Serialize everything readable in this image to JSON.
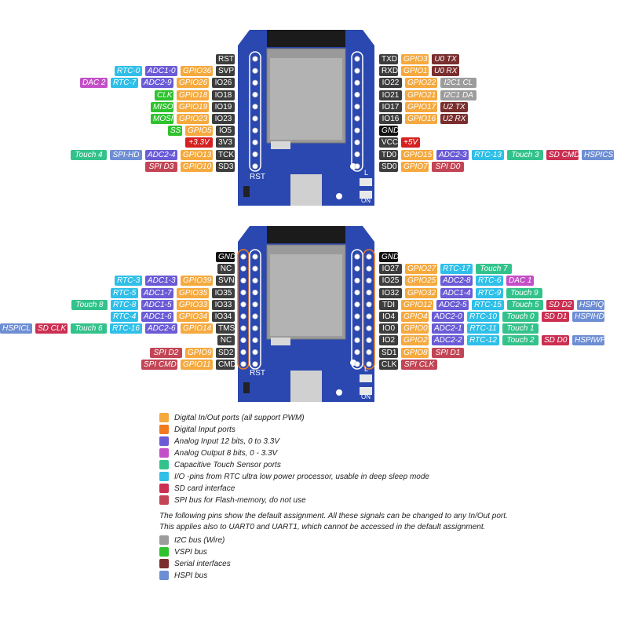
{
  "colors": {
    "board": "#2b48b0",
    "pin_label": "#3d3d3d",
    "gpio": "#f5a93e",
    "adc": "#6b5bd6",
    "rtc": "#2fbfe8",
    "touch": "#33c28b",
    "sd": "#cc2f52",
    "spi_flash": "#c24555",
    "dac": "#c44fc8",
    "i2c": "#9c9c9c",
    "vspi": "#2ec22e",
    "serial": "#7a2e2e",
    "hspi": "#6e8ed4",
    "power": "#d62020"
  },
  "board_labels": {
    "rst": "RST",
    "l": "L",
    "on": "ON"
  },
  "top_board": {
    "left_rows": [
      [
        [
          "pin",
          "RST"
        ]
      ],
      [
        [
          "pin",
          "SVP"
        ],
        [
          "gpio",
          "GPIO36"
        ],
        [
          "adc",
          "ADC1-0"
        ],
        [
          "rtc",
          "RTC-0"
        ]
      ],
      [
        [
          "pin",
          "IO26"
        ],
        [
          "gpio",
          "GPIO26"
        ],
        [
          "adc",
          "ADC2-9"
        ],
        [
          "rtc",
          "RTC-7"
        ],
        [
          "dac",
          "DAC 2"
        ]
      ],
      [
        [
          "pin",
          "IO18"
        ],
        [
          "gpio",
          "GPIO18"
        ],
        [
          "vspi",
          "CLK"
        ]
      ],
      [
        [
          "pin",
          "IO19"
        ],
        [
          "gpio",
          "GPIO19"
        ],
        [
          "vspi",
          "MISO"
        ]
      ],
      [
        [
          "pin",
          "IO23"
        ],
        [
          "gpio",
          "GPIO23"
        ],
        [
          "vspi",
          "MOSI"
        ]
      ],
      [
        [
          "pin",
          "IO5"
        ],
        [
          "gpio",
          "GPIO5"
        ],
        [
          "vspi",
          "SS"
        ]
      ],
      [
        [
          "pin",
          "3V3"
        ],
        [
          "pwr",
          "+3.3V"
        ]
      ],
      [
        [
          "pin",
          "TCK"
        ],
        [
          "gpio",
          "GPIO13"
        ],
        [
          "adc",
          "ADC2-4"
        ],
        [
          "hspi",
          "SPI-HD"
        ],
        [
          "touch",
          "Touch 4"
        ]
      ],
      [
        [
          "pin",
          "SD3"
        ],
        [
          "gpio",
          "GPIO10"
        ],
        [
          "spi",
          "SPI D3"
        ]
      ]
    ],
    "right_rows": [
      [
        [
          "pin",
          "TXD"
        ],
        [
          "gpio",
          "GPIO3"
        ],
        [
          "ser",
          "U0 TX"
        ]
      ],
      [
        [
          "pin",
          "RXD"
        ],
        [
          "gpio",
          "GPIO1"
        ],
        [
          "ser",
          "U0 RX"
        ]
      ],
      [
        [
          "pin",
          "IO22"
        ],
        [
          "gpio",
          "GPIO22"
        ],
        [
          "i2c",
          "I2C1 CL"
        ]
      ],
      [
        [
          "pin",
          "IO21"
        ],
        [
          "gpio",
          "GPIO21"
        ],
        [
          "i2c",
          "I2C1 DA"
        ]
      ],
      [
        [
          "pin",
          "IO17"
        ],
        [
          "gpio",
          "GPIO17"
        ],
        [
          "ser",
          "U2 TX"
        ]
      ],
      [
        [
          "pin",
          "IO16"
        ],
        [
          "gpio",
          "GPIO16"
        ],
        [
          "ser",
          "U2 RX"
        ]
      ],
      [
        [
          "blk",
          "GND"
        ]
      ],
      [
        [
          "pin",
          "VCC"
        ],
        [
          "pwr",
          "+5V"
        ]
      ],
      [
        [
          "pin",
          "TD0"
        ],
        [
          "gpio",
          "GPIO15"
        ],
        [
          "adc",
          "ADC2-3"
        ],
        [
          "rtc",
          "RTC-13"
        ],
        [
          "touch",
          "Touch 3"
        ],
        [
          "sd",
          "SD CMD"
        ],
        [
          "hspi",
          "HSPICS"
        ]
      ],
      [
        [
          "pin",
          "SD0"
        ],
        [
          "gpio",
          "GPIO7"
        ],
        [
          "spi",
          "SPI D0"
        ]
      ]
    ]
  },
  "bottom_board": {
    "left_rows": [
      [
        [
          "blk",
          "GND"
        ]
      ],
      [
        [
          "pin",
          "NC"
        ]
      ],
      [
        [
          "pin",
          "SVN"
        ],
        [
          "gpio",
          "GPIO39"
        ],
        [
          "adc",
          "ADC1-3"
        ],
        [
          "rtc",
          "RTC-3"
        ]
      ],
      [
        [
          "pin",
          "IO35"
        ],
        [
          "gpio",
          "GPIO35"
        ],
        [
          "adc",
          "ADC1-7"
        ],
        [
          "rtc",
          "RTC-5"
        ]
      ],
      [
        [
          "pin",
          "IO33"
        ],
        [
          "gpio",
          "GPIO33"
        ],
        [
          "adc",
          "ADC1-5"
        ],
        [
          "rtc",
          "RTC-8"
        ],
        [
          "touch",
          "Touch 8"
        ]
      ],
      [
        [
          "pin",
          "IO34"
        ],
        [
          "gpio",
          "GPIO34"
        ],
        [
          "adc",
          "ADC1-6"
        ],
        [
          "rtc",
          "RTC-4"
        ]
      ],
      [
        [
          "pin",
          "TMS"
        ],
        [
          "gpio",
          "GPIO14"
        ],
        [
          "adc",
          "ADC2-6"
        ],
        [
          "rtc",
          "RTC-16"
        ],
        [
          "touch",
          "Touch 6"
        ],
        [
          "sd",
          "SD CLK"
        ],
        [
          "hspi",
          "HSPICL"
        ]
      ],
      [
        [
          "pin",
          "NC"
        ]
      ],
      [
        [
          "pin",
          "SD2"
        ],
        [
          "gpio",
          "GPIO9"
        ],
        [
          "spi",
          "SPI D2"
        ]
      ],
      [
        [
          "pin",
          "CMD"
        ],
        [
          "gpio",
          "GPIO11"
        ],
        [
          "spi",
          "SPI CMD"
        ]
      ]
    ],
    "right_rows": [
      [
        [
          "blk",
          "GND"
        ]
      ],
      [
        [
          "pin",
          "IO27"
        ],
        [
          "gpio",
          "GPIO27"
        ],
        [
          "rtc",
          "RTC-17"
        ],
        [
          "touch",
          "Touch 7"
        ]
      ],
      [
        [
          "pin",
          "IO25"
        ],
        [
          "gpio",
          "GPIO25"
        ],
        [
          "adc",
          "ADC2-8"
        ],
        [
          "rtc",
          "RTC-6"
        ],
        [
          "dac",
          "DAC 1"
        ]
      ],
      [
        [
          "pin",
          "IO32"
        ],
        [
          "gpio",
          "GPIO32"
        ],
        [
          "adc",
          "ADC1-4"
        ],
        [
          "rtc",
          "RTC-9"
        ],
        [
          "touch",
          "Touch 9"
        ]
      ],
      [
        [
          "pin",
          "TDI"
        ],
        [
          "gpio",
          "GPIO12"
        ],
        [
          "adc",
          "ADC2-5"
        ],
        [
          "rtc",
          "RTC-15"
        ],
        [
          "touch",
          "Touch 5"
        ],
        [
          "sd",
          "SD D2"
        ],
        [
          "hspi",
          "HSPIQ"
        ]
      ],
      [
        [
          "pin",
          "IO4"
        ],
        [
          "gpio",
          "GPIO4"
        ],
        [
          "adc",
          "ADC2-0"
        ],
        [
          "rtc",
          "RTC-10"
        ],
        [
          "touch",
          "Touch 0"
        ],
        [
          "sd",
          "SD D1"
        ],
        [
          "hspi",
          "HSPIHD"
        ]
      ],
      [
        [
          "pin",
          "IO0"
        ],
        [
          "gpio",
          "GPIO0"
        ],
        [
          "adc",
          "ADC2-1"
        ],
        [
          "rtc",
          "RTC-11"
        ],
        [
          "touch",
          "Touch 1"
        ]
      ],
      [
        [
          "pin",
          "IO2"
        ],
        [
          "gpio",
          "GPIO2"
        ],
        [
          "adc",
          "ADC2-2"
        ],
        [
          "rtc",
          "RTC-12"
        ],
        [
          "touch",
          "Touch 2"
        ],
        [
          "sd",
          "SD D0"
        ],
        [
          "hspi",
          "HSPIWP"
        ]
      ],
      [
        [
          "pin",
          "SD1"
        ],
        [
          "gpio",
          "GPIO8"
        ],
        [
          "spi",
          "SPI D1"
        ]
      ],
      [
        [
          "pin",
          "CLK"
        ],
        [
          "spi",
          "SPI CLK"
        ]
      ]
    ]
  },
  "legend": {
    "items": [
      {
        "color": "#f5a93e",
        "text": "Digital In/Out ports (all support PWM)"
      },
      {
        "color": "#f07a1e",
        "text": "Digital Input ports"
      },
      {
        "color": "#6b5bd6",
        "text": "Analog Input 12 bits, 0 to 3.3V"
      },
      {
        "color": "#c44fc8",
        "text": "Analog Output 8 bits, 0 - 3.3V"
      },
      {
        "color": "#33c28b",
        "text": "Capacitive Touch Sensor ports"
      },
      {
        "color": "#2fbfe8",
        "text": "I/O -pins from RTC ultra low power processor, usable in deep sleep mode"
      },
      {
        "color": "#cc2f52",
        "text": "SD card interface"
      },
      {
        "color": "#c24555",
        "text": "SPI bus for Flash-memory, do not use"
      }
    ],
    "note_line1": "The following pins show the default assignment. All these signals can be changed to any In/Out port.",
    "note_line2": "This applies also to UART0 and UART1, which cannot be accessed in the default assignment.",
    "bus_items": [
      {
        "color": "#9c9c9c",
        "text": "I2C bus (Wire)"
      },
      {
        "color": "#2ec22e",
        "text": "VSPI bus"
      },
      {
        "color": "#7a2e2e",
        "text": "Serial interfaces"
      },
      {
        "color": "#6e8ed4",
        "text": "HSPI bus"
      }
    ]
  }
}
